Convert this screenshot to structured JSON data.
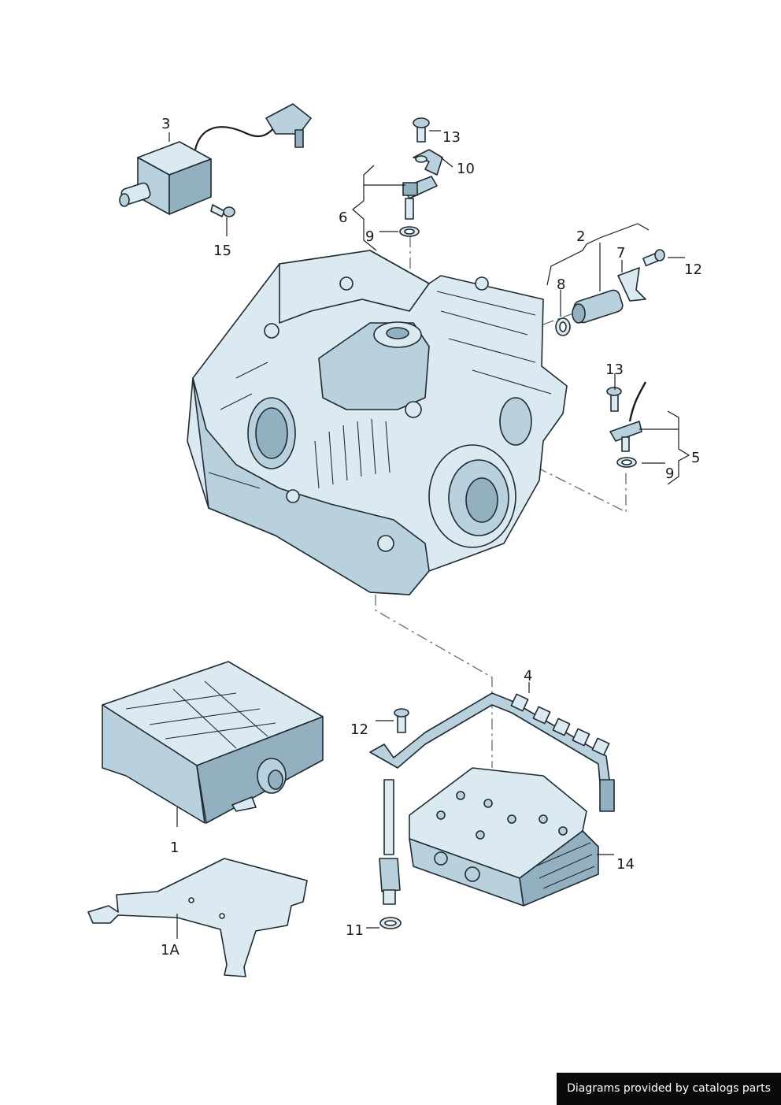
{
  "callouts": {
    "c1": "1",
    "c1a": "1A",
    "c2": "2",
    "c3": "3",
    "c4": "4",
    "c5": "5",
    "c6": "6",
    "c7": "7",
    "c8": "8",
    "c9a": "9",
    "c9b": "9",
    "c10": "10",
    "c11": "11",
    "c12a": "12",
    "c12b": "12",
    "c13a": "13",
    "c13b": "13",
    "c14": "14",
    "c15": "15"
  },
  "footer": {
    "credit": "Diagrams provided by catalogs parts"
  },
  "colors": {
    "part_light": "#dbe9f1",
    "part_mid": "#b9d0dd",
    "part_dark": "#93b0c0",
    "outline": "#1f2b33",
    "credit_bg": "#0a0a0a"
  }
}
